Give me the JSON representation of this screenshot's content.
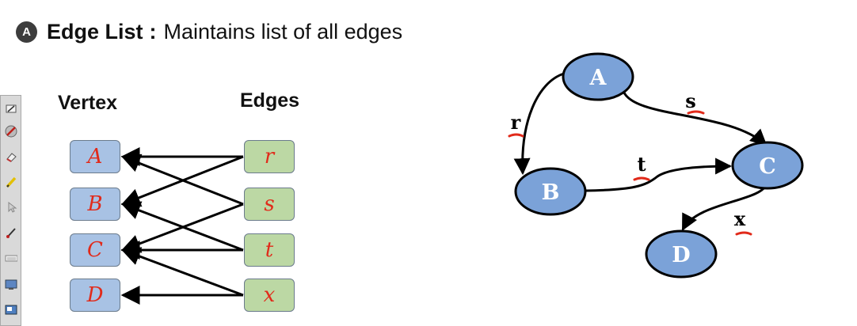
{
  "heading": {
    "badge": "A",
    "term": "Edge List",
    "separator": ":",
    "description": "Maintains list of all edges"
  },
  "edge_list": {
    "vertex_header": "Vertex",
    "edges_header": "Edges",
    "vertices": [
      "A",
      "B",
      "C",
      "D"
    ],
    "edges": [
      "r",
      "s",
      "t",
      "x"
    ]
  },
  "graph": {
    "nodes": [
      "A",
      "B",
      "C",
      "D"
    ],
    "edges": [
      {
        "label": "r",
        "from": "A",
        "to": "B"
      },
      {
        "label": "s",
        "from": "A",
        "to": "C"
      },
      {
        "label": "t",
        "from": "B",
        "to": "C"
      },
      {
        "label": "x",
        "from": "C",
        "to": "D"
      }
    ]
  },
  "colors": {
    "node_fill": "#7ba2d8",
    "vertex_box": "#a8c2e4",
    "edge_box": "#bcd8a4",
    "annotation_red": "#e12a1a",
    "badge": "#3d3d3d"
  },
  "toolbar": {
    "icons": [
      "pen-icon",
      "highlighter-icon",
      "eraser-icon",
      "marker-icon",
      "pointer-icon",
      "brush-icon",
      "keyboard-icon",
      "screen-icon",
      "display-icon"
    ]
  }
}
